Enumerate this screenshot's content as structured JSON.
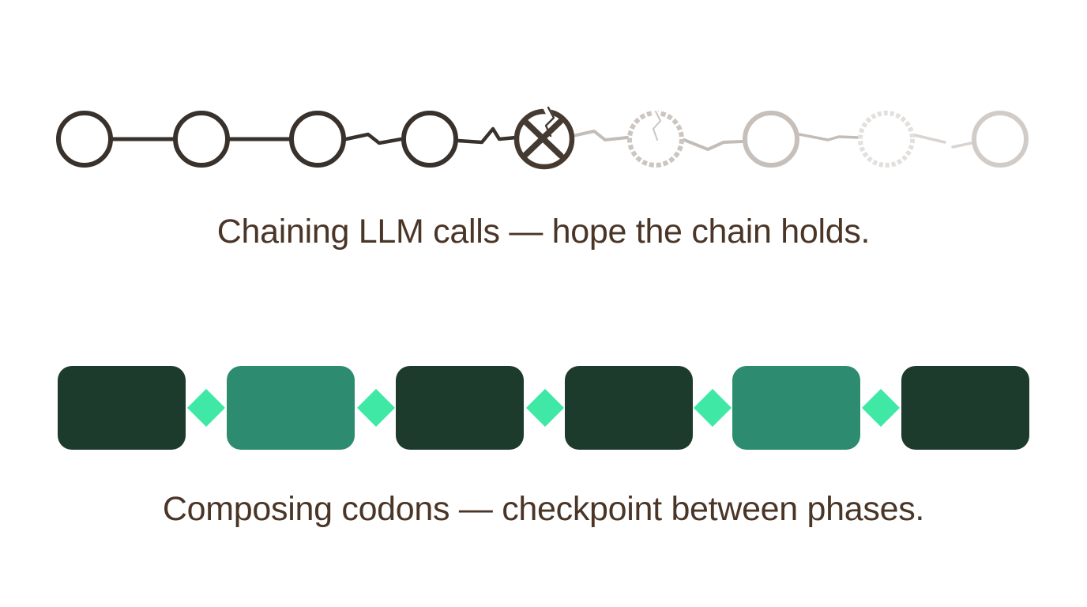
{
  "page": {
    "background": "#ffffff",
    "caption_color": "#4a3527"
  },
  "chain_diagram": {
    "caption": "Chaining LLM calls — hope the chain holds.",
    "caption_color": "#4a3527",
    "nodes": [
      {
        "id": "step-1",
        "state": "intact",
        "color": "#39312b"
      },
      {
        "id": "step-2",
        "state": "intact",
        "color": "#39312b"
      },
      {
        "id": "step-3",
        "state": "intact",
        "color": "#39312b"
      },
      {
        "id": "step-4",
        "state": "intact",
        "color": "#39312b"
      },
      {
        "id": "step-5",
        "state": "broken-x",
        "color": "#453a31"
      },
      {
        "id": "step-6",
        "state": "cracked-faded",
        "color": "#ccc5c0"
      },
      {
        "id": "step-7",
        "state": "faded",
        "color": "#c6bfba"
      },
      {
        "id": "step-8",
        "state": "very-faded",
        "color": "#e3dfdc"
      },
      {
        "id": "step-9",
        "state": "faded",
        "color": "#d2ccc8"
      }
    ],
    "x_mark_color": "#453a31",
    "link_colors": {
      "dark": "#39312b",
      "faded": "#c3bcb7",
      "very_faded": "#d9d4d1"
    }
  },
  "codon_diagram": {
    "caption": "Composing codons — checkpoint between phases.",
    "caption_color": "#4a3527",
    "blocks": [
      {
        "id": "codon-1",
        "color": "#1d3b2c"
      },
      {
        "id": "codon-2",
        "color": "#2d8c6f"
      },
      {
        "id": "codon-3",
        "color": "#1d3b2c"
      },
      {
        "id": "codon-4",
        "color": "#1d3b2c"
      },
      {
        "id": "codon-5",
        "color": "#2d8c6f"
      },
      {
        "id": "codon-6",
        "color": "#1d3b2c"
      }
    ],
    "diamond_color": "#3fe8a5"
  }
}
